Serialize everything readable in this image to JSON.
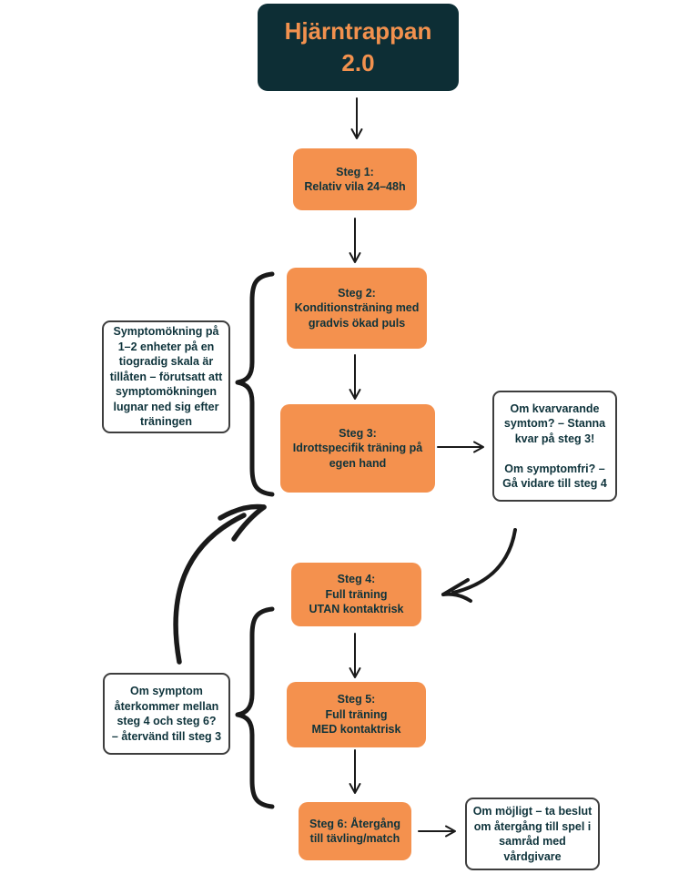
{
  "diagram": {
    "title": "Hjärntrappan\n2.0",
    "steps": [
      {
        "label": "Steg 1:\nRelativ vila 24–48h"
      },
      {
        "label": "Steg 2:\nKonditionsträning med gradvis ökad puls"
      },
      {
        "label": "Steg 3:\nIdrottspecifik träning på egen hand"
      },
      {
        "label": "Steg 4:\nFull träning\nUTAN kontaktrisk"
      },
      {
        "label": "Steg 5:\nFull träning\nMED kontaktrisk"
      },
      {
        "label": "Steg 6: Återgång till tävling/match"
      }
    ],
    "notes": {
      "symptom_increase": "Symptomökning på 1–2 enheter på en tiogradig skala är tillåten – förutsatt att symptomökningen lugnar ned sig efter träningen",
      "steg3_decision": "Om kvarvarande symtom? – Stanna kvar på steg 3!\n\nOm symptomfri? –\nGå vidare till steg 4",
      "symptom_return": "Om symptom återkommer mellan steg 4 och steg 6?\n– återvänd till steg 3",
      "return_to_play": "Om möjligt – ta beslut om återgång till spel i samråd med vårdgivare"
    },
    "colors": {
      "step_fill": "#F4914E",
      "title_background": "#0D2E35",
      "title_text": "#F2914E",
      "box_text": "#0E333B",
      "note_border": "#3D3D3D",
      "arrow": "#1A1A1A",
      "page_background": "#FFFFFF"
    }
  }
}
